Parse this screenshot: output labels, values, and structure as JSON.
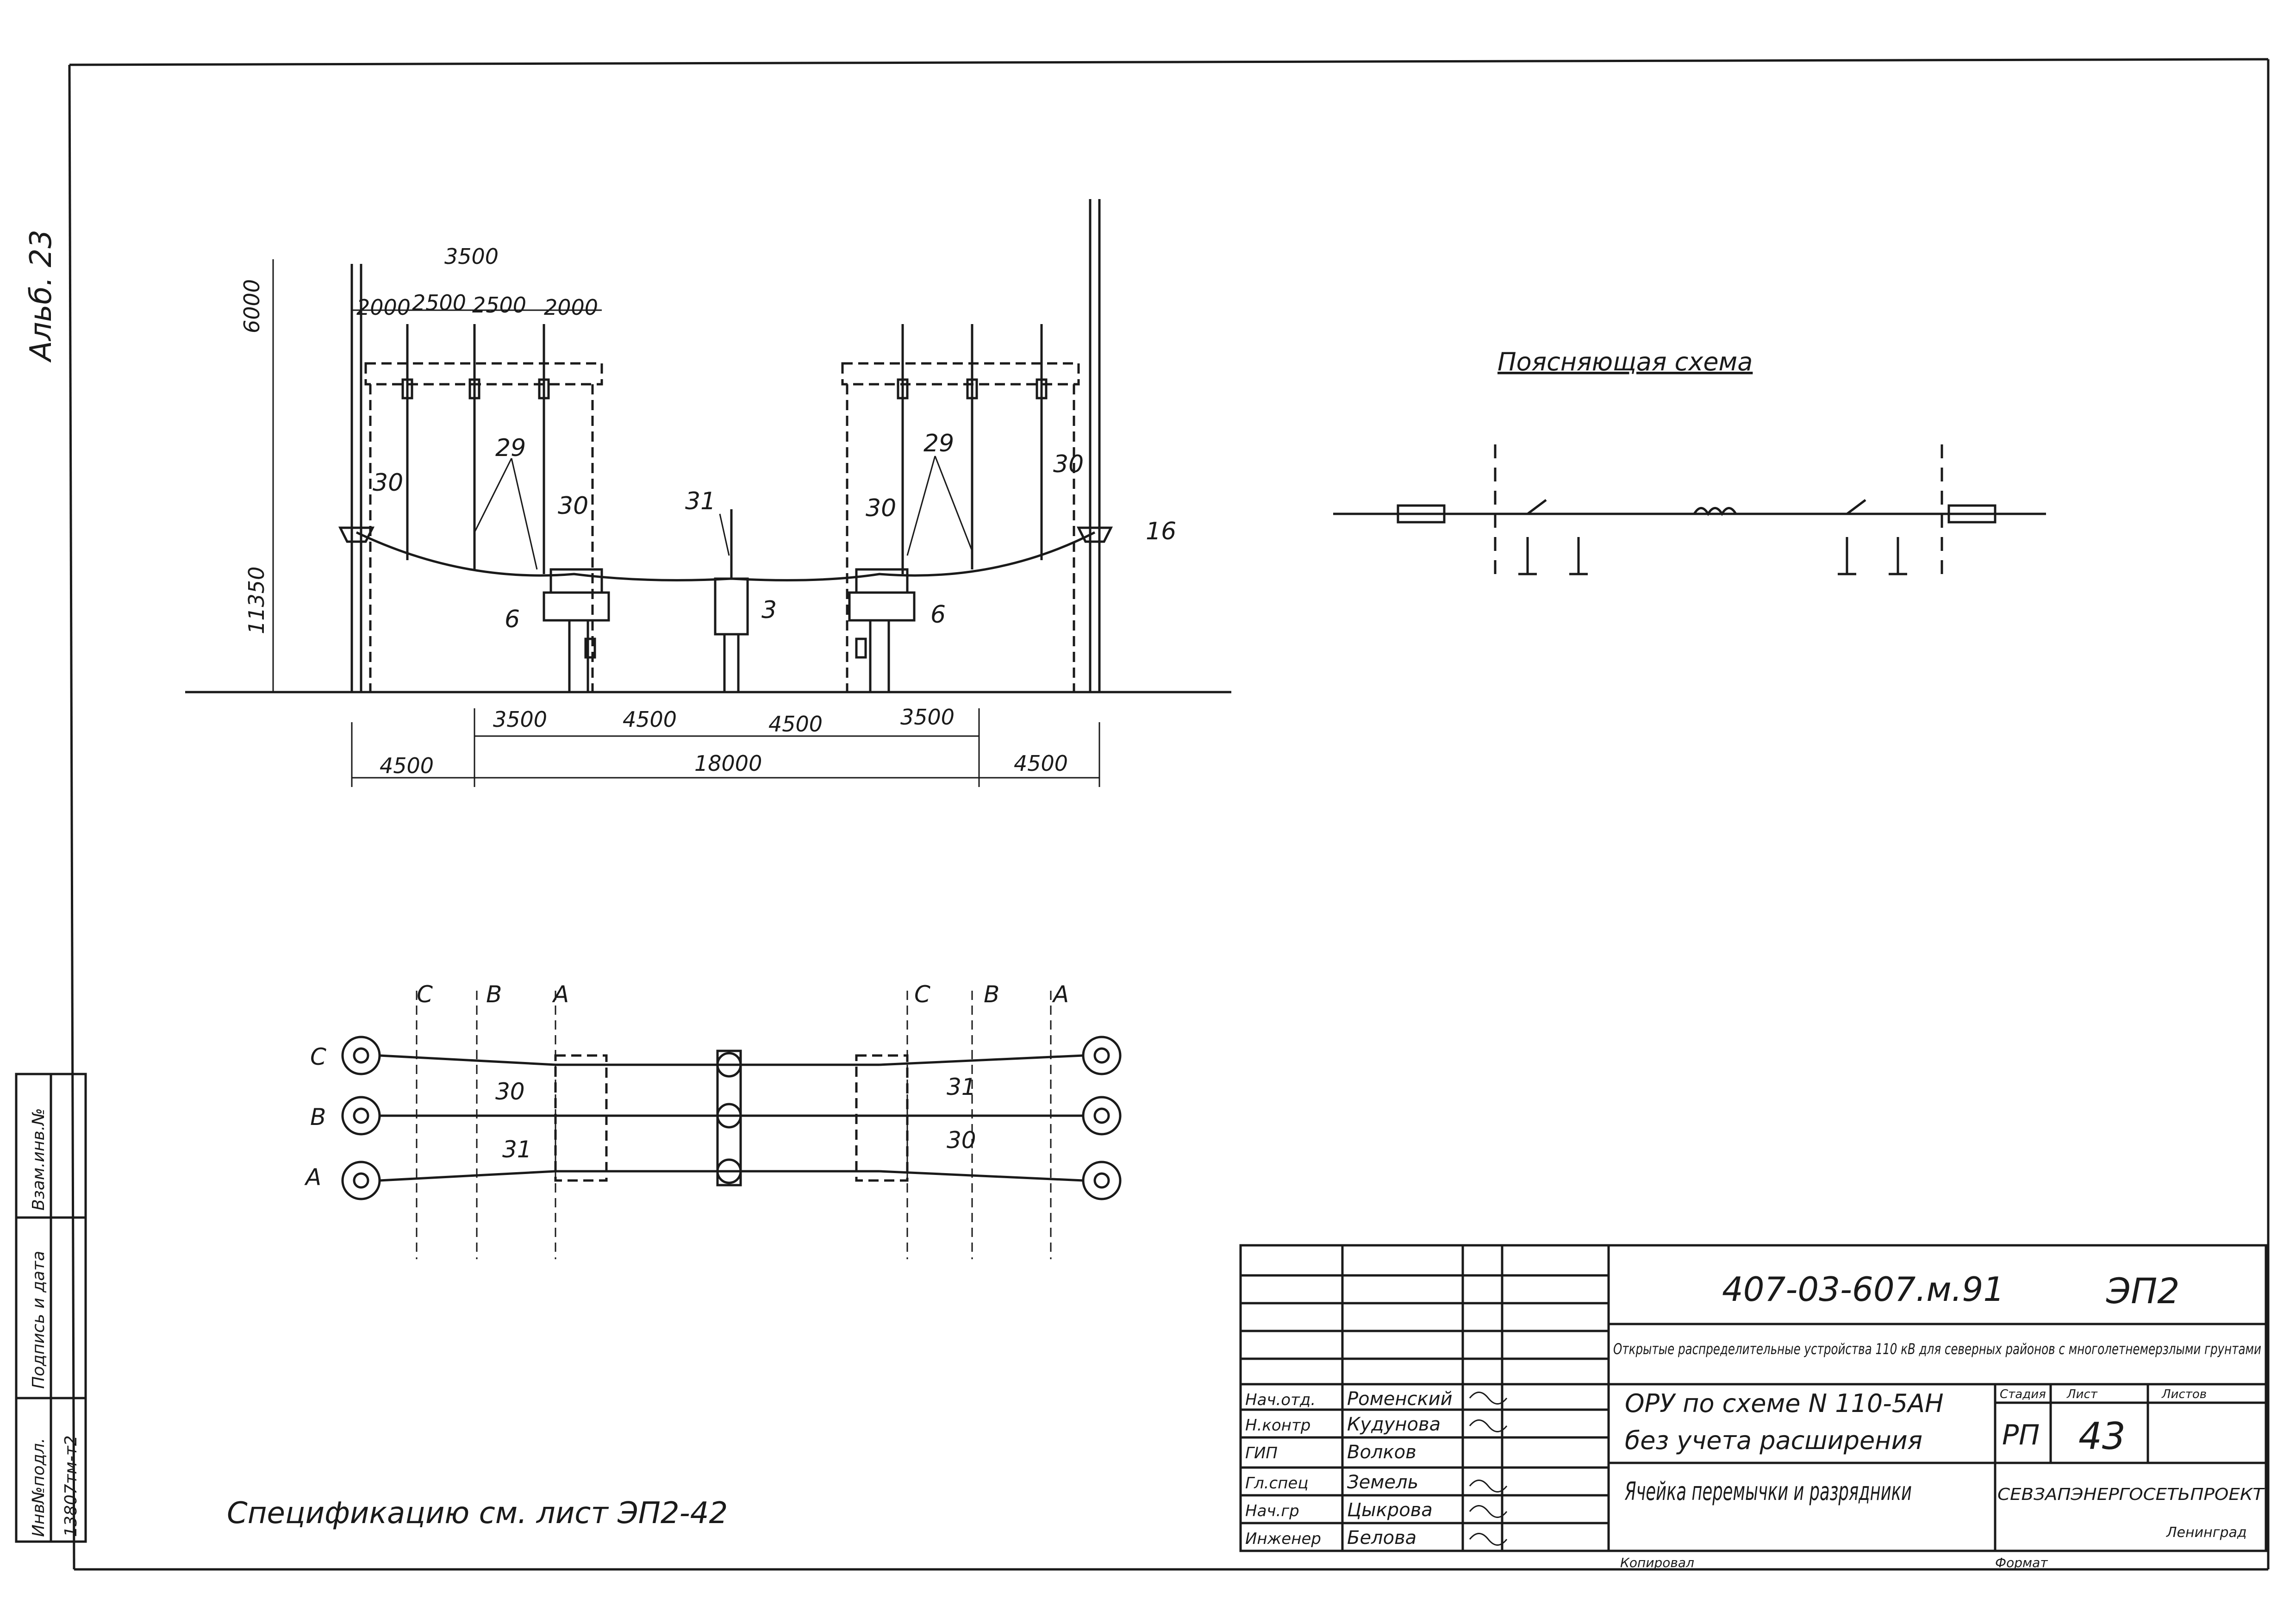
{
  "side_note": "Альб. 23",
  "section_view": {
    "dims_top": {
      "span_overall": "3500",
      "height_upper": "6000",
      "d1": "2000",
      "d2": "2500",
      "d3": "2500",
      "d4": "2000"
    },
    "height_total": "11350",
    "dims_bottom": {
      "a": "3500",
      "b": "4500",
      "c": "4500",
      "d": "3500",
      "left": "4500",
      "middle": "18000",
      "right": "4500"
    },
    "callouts": {
      "c29a": "29",
      "c29b": "29",
      "c30a": "30",
      "c30b": "30",
      "c30c": "30",
      "c30d": "30",
      "c31": "31",
      "c16": "16",
      "c6a": "6",
      "c6b": "6",
      "c3": "3"
    }
  },
  "explanatory_scheme": {
    "title": "Поясняющая схема"
  },
  "plan_view": {
    "phase_labels": [
      "C",
      "B",
      "A"
    ],
    "column_labels_left": [
      "C",
      "B",
      "A"
    ],
    "column_labels_right": [
      "C",
      "B",
      "A"
    ],
    "callouts": {
      "c30a": "30",
      "c31a": "31",
      "c31b": "31",
      "c30b": "30"
    }
  },
  "spec_note": "Спецификацию см. лист ЭП2-42",
  "left_stamp": {
    "labels": [
      "Инв№подл.",
      "Подпись и дата",
      "Взам.инв.№"
    ],
    "inv_no": "13807тм-т2"
  },
  "title_block": {
    "doc_code": "407-03-607.м.91",
    "sheet_code": "ЭП2",
    "project_title": "Открытые распределительные устройства 110 кВ для северных районов с многолетнемерзлыми грунтами",
    "drawing_title_1": "ОРУ по схеме N 110-5АН",
    "drawing_title_2": "без учета расширения",
    "drawing_title_3": "Ячейка перемычки и разрядники",
    "stage_label": "Стадия",
    "sheet_label": "Лист",
    "sheets_label": "Листов",
    "stage": "РП",
    "sheet": "43",
    "org": "СЕВЗАПЭНЕРГОСЕТЬПРОЕКТ",
    "city": "Ленинград",
    "copied": "Копировал",
    "format": "Формат",
    "roles": [
      {
        "role": "Нач.отд.",
        "name": "Роменский"
      },
      {
        "role": "Н.контр",
        "name": "Кудунова"
      },
      {
        "role": "ГИП",
        "name": "Волков"
      },
      {
        "role": "Гл.спец",
        "name": "Земель"
      },
      {
        "role": "Нач.гр",
        "name": "Цыкрова"
      },
      {
        "role": "Инженер",
        "name": "Белова"
      }
    ]
  }
}
